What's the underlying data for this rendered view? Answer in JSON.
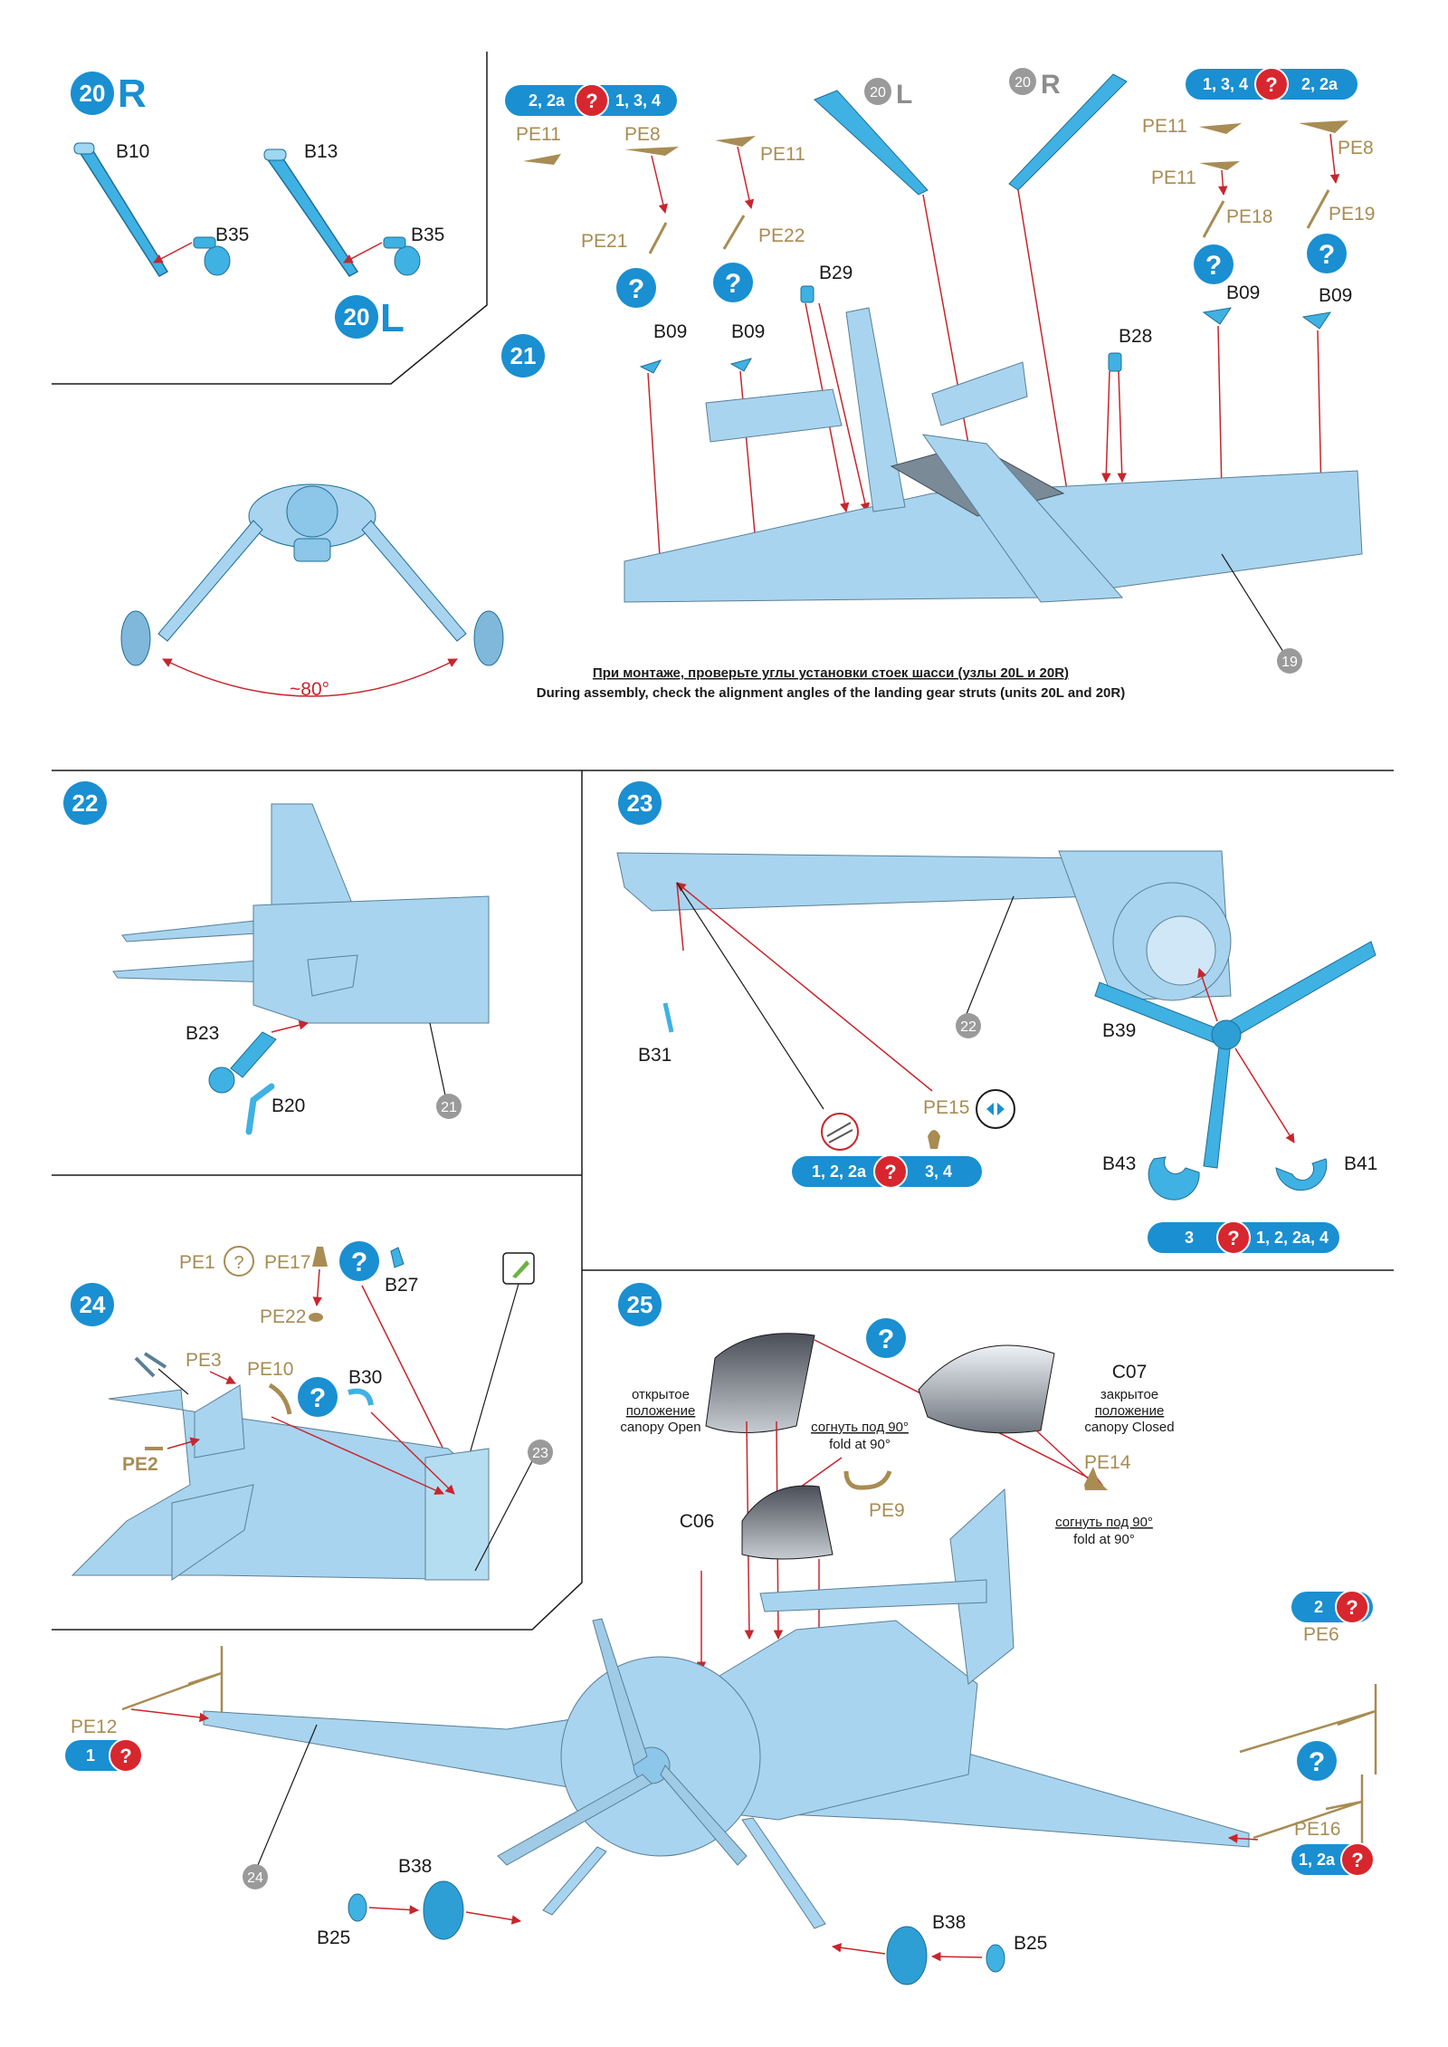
{
  "colors": {
    "part_blue": "#3fb1e3",
    "plane_blue": "#a8d4ef",
    "step_blue": "#1a8fd1",
    "photo_etch": "#a88c53",
    "arrow_red": "#c8252c",
    "question_red": "#d7262e",
    "ref_grey": "#8d8d8d",
    "frame_line": "#1a1a1a"
  },
  "icons": {
    "question": "question-circle-icon",
    "optional_outline": "optional-question-icon",
    "alternate": "alternate-parts-icon",
    "paint_brush": "paint-icon",
    "mesh_part": "mesh-part-icon"
  },
  "step20": {
    "right": {
      "num": "20",
      "letter": "R"
    },
    "left": {
      "num": "20",
      "letter": "L"
    },
    "parts": {
      "b10": "B10",
      "b13": "B13",
      "b35a": "B35",
      "b35b": "B35"
    }
  },
  "step21": {
    "num": "21",
    "pill_left": {
      "a": "2, 2a",
      "b": "1, 3, 4"
    },
    "pill_right": {
      "a": "1, 3, 4",
      "b": "2, 2a"
    },
    "ref_left": {
      "num": "20",
      "letter": "L"
    },
    "ref_right": {
      "num": "20",
      "letter": "R"
    },
    "ref_19": "19",
    "parts": {
      "pe11a": "PE11",
      "pe8a": "PE8",
      "pe11b": "PE11",
      "pe21": "PE21",
      "pe22": "PE22",
      "b09a": "B09",
      "b09b": "B09",
      "b29": "B29",
      "b28": "B28",
      "pe11c": "PE11",
      "pe8b": "PE8",
      "pe11d": "PE11",
      "pe18": "PE18",
      "pe19": "PE19",
      "b09c": "B09",
      "b09d": "B09"
    },
    "angle": "~80°",
    "note_ru": "При монтаже, проверьте углы установки стоек шасси (узлы 20L и 20R)",
    "note_en": "During assembly, check the alignment angles of the landing gear struts (units 20L and 20R)"
  },
  "step22": {
    "num": "22",
    "ref": "21",
    "parts": {
      "b23": "B23",
      "b20": "B20"
    }
  },
  "step23": {
    "num": "23",
    "ref": "22",
    "parts": {
      "b31": "B31",
      "pe15": "PE15",
      "b39": "B39",
      "b43": "B43",
      "b41": "B41"
    },
    "pill_left": {
      "a": "1, 2, 2a",
      "b": "3, 4"
    },
    "pill_right": {
      "a": "3",
      "b": "1, 2, 2a, 4"
    }
  },
  "step24": {
    "num": "24",
    "ref": "23",
    "parts": {
      "pe1": "PE1",
      "pe17": "PE17",
      "pe22": "PE22",
      "b27": "B27",
      "pe3": "PE3",
      "pe10": "PE10",
      "b30": "B30",
      "pe2": "PE2"
    }
  },
  "step25": {
    "num": "25",
    "ref": "24",
    "parts": {
      "c07": "C07",
      "c06": "C06",
      "pe14": "PE14",
      "pe9": "PE9",
      "pe6": "PE6",
      "pe12": "PE12",
      "pe16": "PE16",
      "b38a": "B38",
      "b38b": "B38",
      "b25a": "B25",
      "b25b": "B25"
    },
    "open_ru_1": "открытое",
    "open_ru_2": "положение",
    "open_en": "canopy Open",
    "closed_ru_1": "закрытое",
    "closed_ru_2": "положение",
    "closed_en": "canopy Closed",
    "fold_ru_a": "согнуть под 90°",
    "fold_en_a": "fold at 90°",
    "fold_ru_b": "согнуть под 90°",
    "fold_en_b": "fold at 90°",
    "pill_pe6": "2",
    "pill_pe12": "1",
    "pill_pe16": "1, 2a"
  }
}
